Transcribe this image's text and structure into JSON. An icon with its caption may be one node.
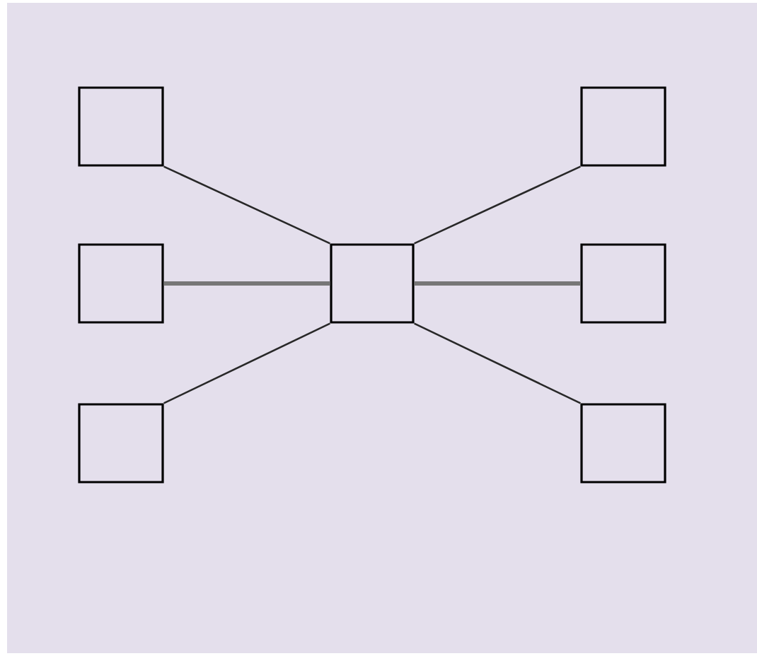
{
  "diagram": {
    "nodes": [
      {
        "text": [],
        "shape": "box"
      },
      {
        "text": [],
        "shape": "box"
      },
      {
        "text": [],
        "shape": "box"
      },
      {
        "text": [],
        "shape": "box"
      },
      {
        "text": [],
        "shape": "box"
      },
      {
        "text": [],
        "shape": "box"
      },
      {
        "text": [],
        "shape": "box"
      }
    ],
    "edges": [
      {
        "from": 3,
        "to": 0,
        "arrow": "none"
      },
      {
        "from": 3,
        "to": 1,
        "arrow": "none"
      },
      {
        "from": 3,
        "to": 2,
        "arrow": "none",
        "style": "thick",
        "color": "#777777"
      },
      {
        "from": 3,
        "to": 4,
        "arrow": "none",
        "style": "thick",
        "color": "#777777"
      },
      {
        "from": 3,
        "to": 5,
        "arrow": "none"
      },
      {
        "from": 3,
        "to": 6,
        "arrow": "none"
      }
    ]
  }
}
